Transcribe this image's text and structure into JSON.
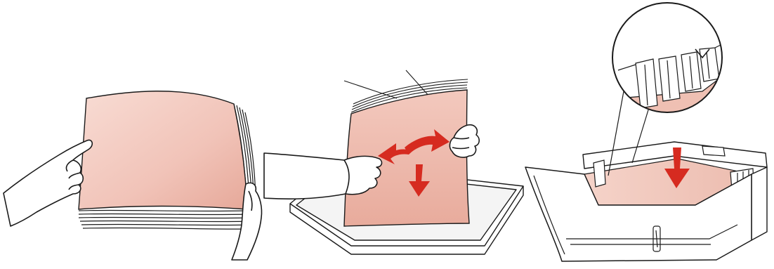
{
  "colors": {
    "paper_light": "#f6d8d0",
    "paper_mid": "#edb9ad",
    "paper_dark": "#dc9a8c",
    "arrow_red": "#d62b20",
    "outline": "#1a1a1a",
    "tray_fill": "#ffffff"
  },
  "steps": [
    {
      "icon": "fan-paper-stack-illustration"
    },
    {
      "icon": "flex-paper-stack-illustration"
    },
    {
      "icon": "load-paper-tray-illustration"
    }
  ]
}
